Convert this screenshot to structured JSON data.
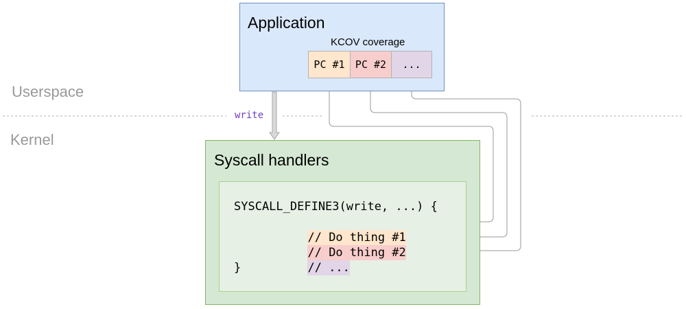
{
  "regions": {
    "userspace_label": "Userspace",
    "kernel_label": "Kernel"
  },
  "application": {
    "title": "Application",
    "coverage_label": "KCOV coverage",
    "coverage_cells": [
      {
        "label": "PC #1",
        "color": "#ffe6cc"
      },
      {
        "label": "PC #2",
        "color": "#f8cecc"
      },
      {
        "label": "...",
        "color": "#e1d5e7"
      }
    ],
    "fill_color": "#dae8fc",
    "stroke_color": "#6c8ebf"
  },
  "syscall": {
    "arrow_label": "write",
    "title": "Syscall handlers",
    "fill_color": "#d5e8d4",
    "stroke_color": "#82b366",
    "code": {
      "header": "SYSCALL_DEFINE3(write, ...) {",
      "lines": [
        {
          "text": "// Do thing #1",
          "highlight": "#ffe6cc"
        },
        {
          "text": "// Do thing #2",
          "highlight": "#f8cecc"
        },
        {
          "text": "// ...",
          "highlight": "#e1d5e7"
        }
      ],
      "footer": "}"
    }
  },
  "colors": {
    "connector": "#999999",
    "boundary_line": "#b3b3b3",
    "region_text": "#999999",
    "arrow_label_text": "#6f3ec4"
  }
}
